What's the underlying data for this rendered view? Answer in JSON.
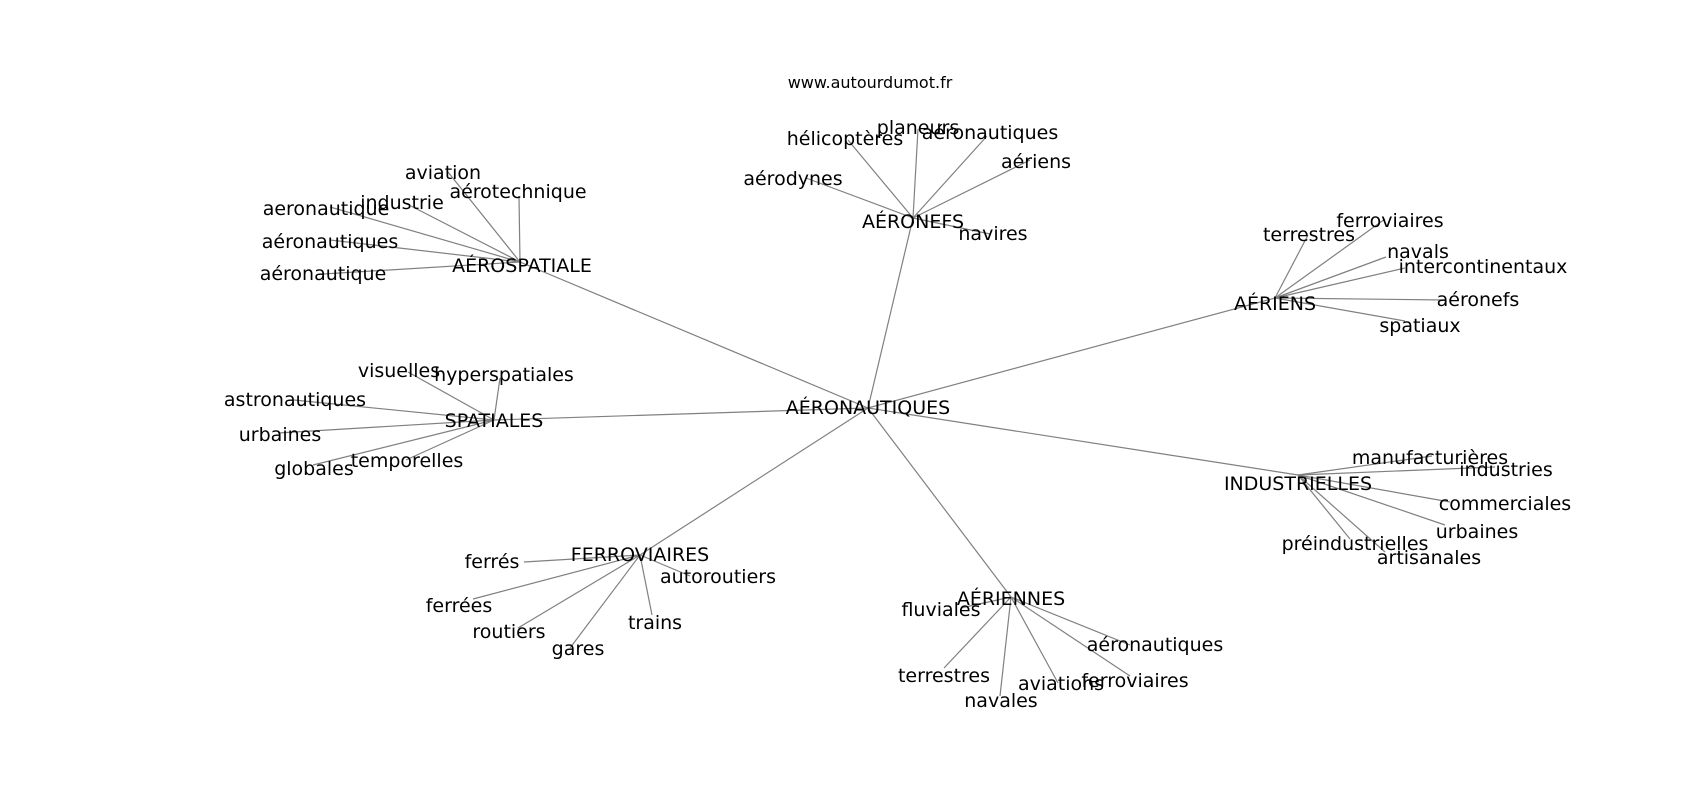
{
  "header": {
    "site": "www.autourdumot.fr"
  },
  "graph": {
    "edge_color": "#808080",
    "text_color": "#000000",
    "root": "AÉRONAUTIQUES",
    "hubs": [
      {
        "label": "AÉROSPATIALE",
        "leaves": [
          "aviation",
          "aérotechnique",
          "industrie",
          "aeronautique",
          "aéronautiques",
          "aéronautique"
        ]
      },
      {
        "label": "AÉRONEFS",
        "leaves": [
          "hélicoptères",
          "planeurs",
          "aéronautiques",
          "aériens",
          "aérodynes",
          "navires"
        ]
      },
      {
        "label": "AÉRIENS",
        "leaves": [
          "ferroviaires",
          "terrestres",
          "navals",
          "intercontinentaux",
          "aéronefs",
          "spatiaux"
        ]
      },
      {
        "label": "SPATIALES",
        "leaves": [
          "visuelles",
          "hyperspatiales",
          "astronautiques",
          "urbaines",
          "globales",
          "temporelles"
        ]
      },
      {
        "label": "INDUSTRIELLES",
        "leaves": [
          "manufacturières",
          "industries",
          "commerciales",
          "urbaines",
          "préindustrielles",
          "artisanales"
        ]
      },
      {
        "label": "FERROVIAIRES",
        "leaves": [
          "ferrés",
          "autoroutiers",
          "ferrées",
          "routiers",
          "gares",
          "trains"
        ]
      },
      {
        "label": "AÉRIENNES",
        "leaves": [
          "fluviales",
          "aéronautiques",
          "terrestres",
          "aviations",
          "ferroviaires",
          "navales"
        ]
      }
    ]
  }
}
